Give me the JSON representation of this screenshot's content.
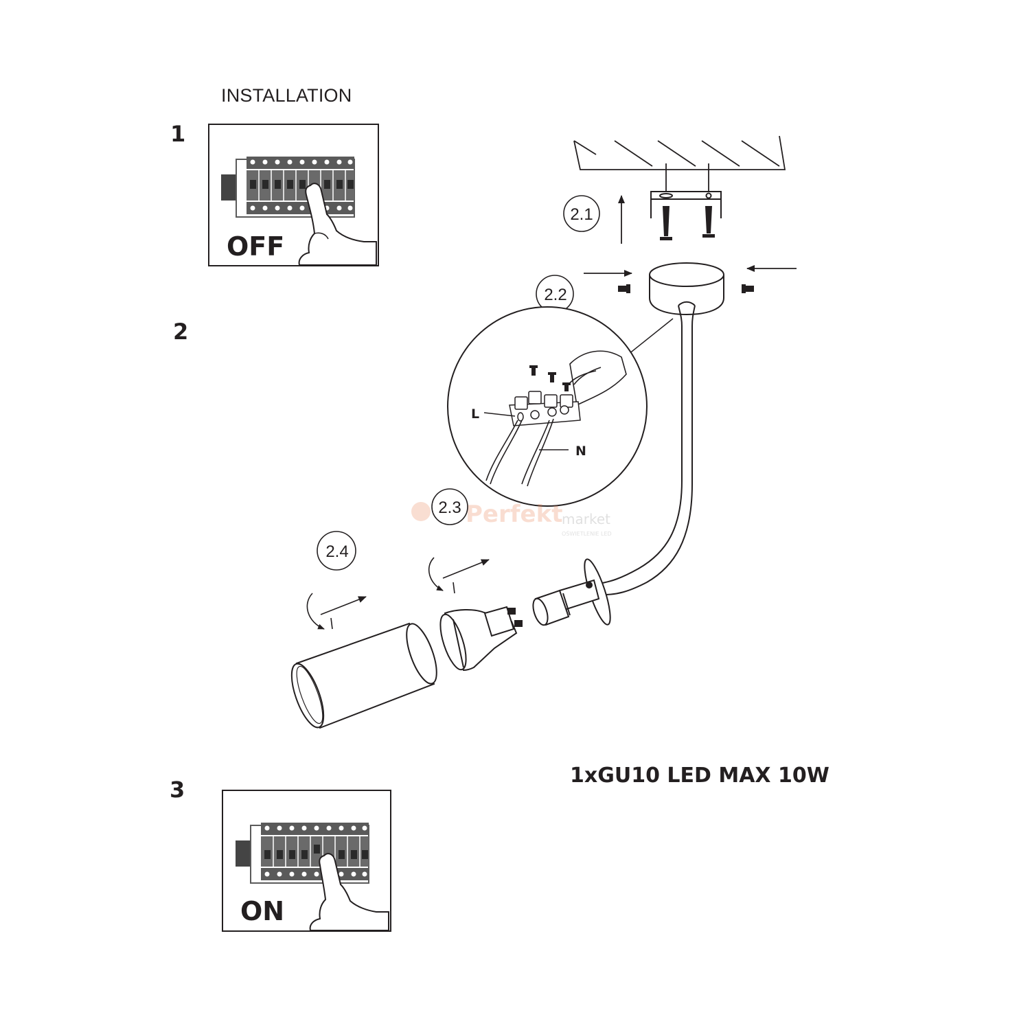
{
  "heading": "INSTALLATION",
  "steps": [
    {
      "number": "1",
      "state_label": "OFF"
    },
    {
      "number": "2"
    },
    {
      "number": "3",
      "state_label": "ON"
    }
  ],
  "substeps": [
    "2.1",
    "2.2",
    "2.3",
    "2.4"
  ],
  "wire_labels": {
    "live": "L",
    "neutral": "N"
  },
  "spec": "1xGU10 LED MAX 10W",
  "watermark": {
    "brand": "Perfekt",
    "sub": "market",
    "tagline": "OŚWIETLENIE LED"
  },
  "colors": {
    "ink": "#231f20",
    "breaker": "#5a5a5a",
    "watermark": "#e87a4a"
  }
}
